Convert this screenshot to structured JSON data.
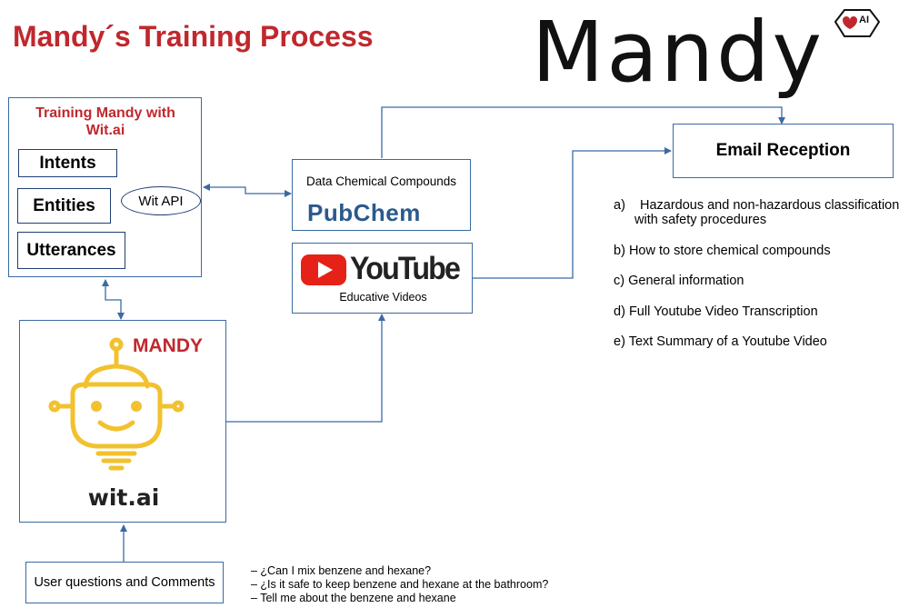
{
  "title": "Mandy´s Training Process",
  "logo": {
    "wordmark": "Mandy",
    "badge_text": "AI",
    "icon": "heart-chip-icon"
  },
  "training": {
    "title": "Training Mandy with Wit.ai",
    "intents": "Intents",
    "entities": "Entities",
    "utterances": "Utterances",
    "api": "Wit API"
  },
  "sources": {
    "chemical_label": "Data Chemical Compounds",
    "pubchem_logo": "PubChem",
    "youtube_logo": "YouTube",
    "videos_label": "Educative Videos"
  },
  "email": {
    "title": "Email Reception",
    "items": [
      {
        "marker": "a)",
        "text": "Hazardous and non-hazardous classification",
        "text2": "with safety procedures"
      },
      {
        "marker": "b)",
        "text": "How to store chemical compounds"
      },
      {
        "marker": "c)",
        "text": "General information"
      },
      {
        "marker": "d)",
        "text": "Full Youtube Video Transcription"
      },
      {
        "marker": "e)",
        "text": "Text Summary of a Youtube Video"
      }
    ]
  },
  "mandy": {
    "label": "MANDY",
    "platform": "wit.ai",
    "icon": "robot-bulb-icon"
  },
  "user": {
    "label": "User questions and Comments",
    "questions": [
      "– ¿Can I mix benzene and hexane?",
      "– ¿Is it safe to keep benzene and hexane at the bathroom?",
      "– Tell me about the benzene and hexane"
    ]
  },
  "colors": {
    "title_red": "#c0282d",
    "box_border": "#3b6aa3",
    "arrow": "#3b6aa3",
    "robot_yellow": "#f2c12e",
    "youtube_red": "#e62117",
    "pubchem_blue": "#2a5a8c"
  }
}
